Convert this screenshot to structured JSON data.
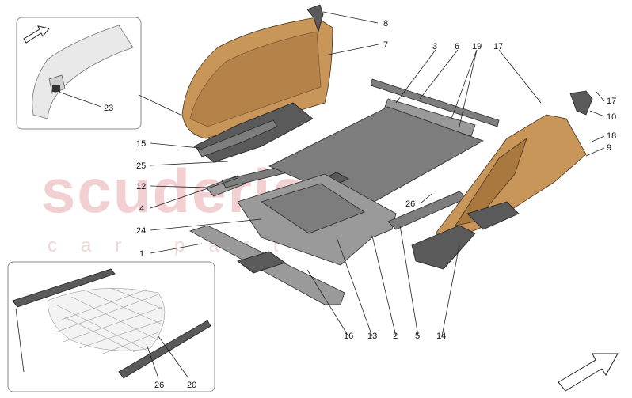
{
  "watermark": {
    "brand": "scuderia",
    "sub": "car parts"
  },
  "callouts": [
    {
      "id": "8",
      "label": "8"
    },
    {
      "id": "7",
      "label": "7"
    },
    {
      "id": "23",
      "label": "23"
    },
    {
      "id": "3",
      "label": "3"
    },
    {
      "id": "6",
      "label": "6"
    },
    {
      "id": "19",
      "label": "19"
    },
    {
      "id": "17a",
      "label": "17"
    },
    {
      "id": "17b",
      "label": "17"
    },
    {
      "id": "10",
      "label": "10"
    },
    {
      "id": "18",
      "label": "18"
    },
    {
      "id": "9",
      "label": "9"
    },
    {
      "id": "15",
      "label": "15"
    },
    {
      "id": "25",
      "label": "25"
    },
    {
      "id": "12",
      "label": "12"
    },
    {
      "id": "4",
      "label": "4"
    },
    {
      "id": "26a",
      "label": "26"
    },
    {
      "id": "24",
      "label": "24"
    },
    {
      "id": "1",
      "label": "1"
    },
    {
      "id": "16",
      "label": "16"
    },
    {
      "id": "13",
      "label": "13"
    },
    {
      "id": "2",
      "label": "2"
    },
    {
      "id": "5",
      "label": "5"
    },
    {
      "id": "14",
      "label": "14"
    },
    {
      "id": "26b",
      "label": "26"
    },
    {
      "id": "20",
      "label": "20"
    }
  ],
  "icons": {
    "direction_arrow_top": "arrow-icon",
    "direction_arrow_bottom": "arrow-icon"
  }
}
